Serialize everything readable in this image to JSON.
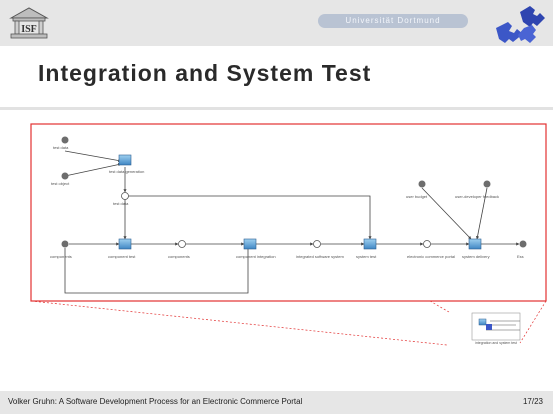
{
  "header": {
    "banner_text": "Universität Dortmund",
    "title": "Integration and System Test"
  },
  "footer": {
    "text": "Volker Gruhn: A Software Development Process for an Electronic Commerce Portal",
    "page": "17/23"
  },
  "diagram": {
    "frame_color": "#e23131",
    "labels": {
      "p1": "test data",
      "p2": "test object",
      "a1": "test data generation",
      "p3": "test data",
      "p4": "components",
      "a2": "component test",
      "p5": "components",
      "a3": "component integration",
      "p6": "integrated software system",
      "a4": "system test",
      "p7": "electronic commerce portal",
      "a5": "system delivery",
      "p8": "Ess",
      "p9": "user budget",
      "p10": "user-developer feedback"
    },
    "thumbnail_label": "integration and system test"
  }
}
